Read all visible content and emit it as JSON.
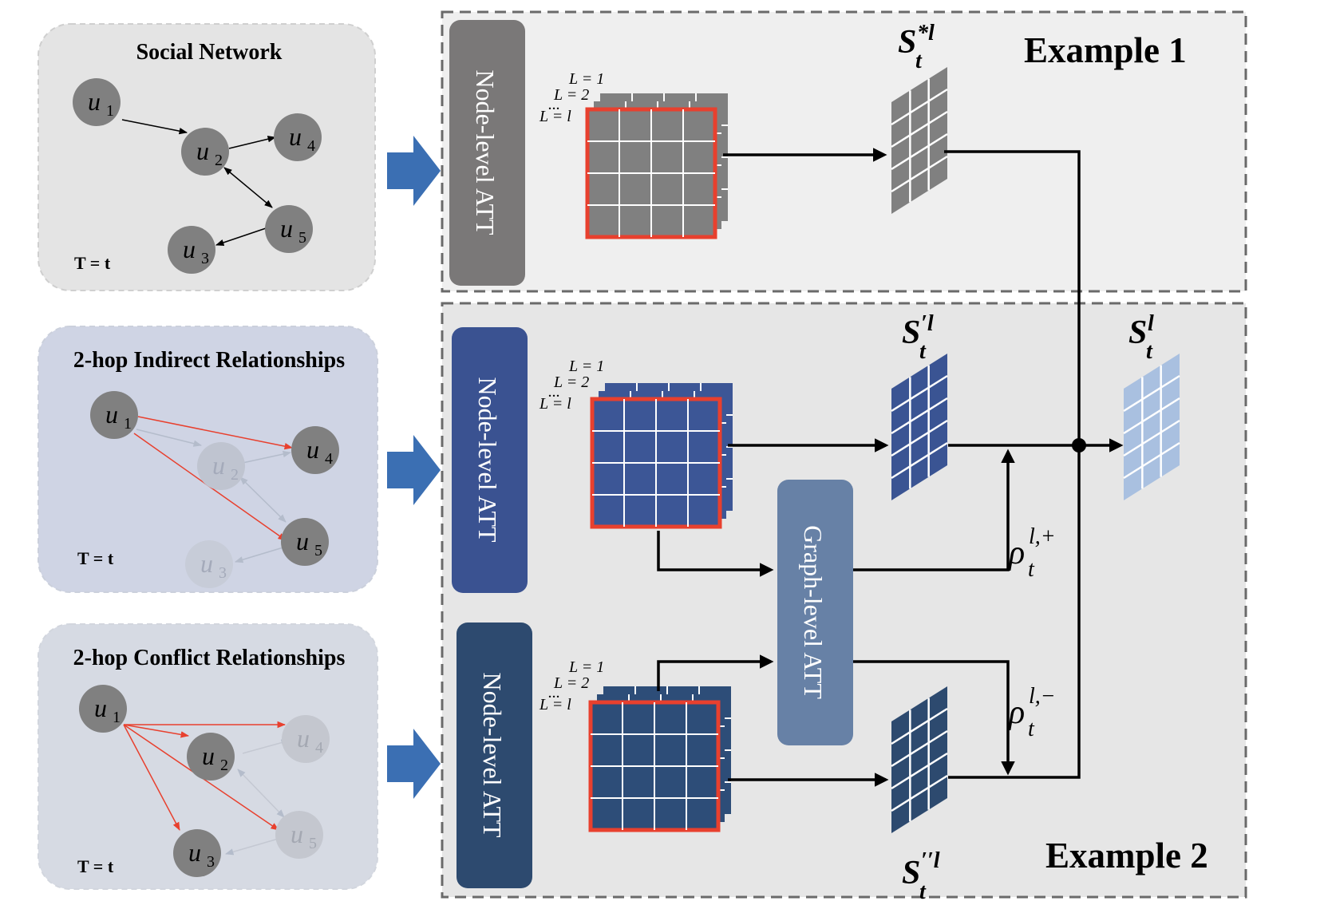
{
  "left_panels": {
    "social_title": "Social Network",
    "indirect_title": "2-hop Indirect Relationships",
    "conflict_title": "2-hop Conflict Relationships",
    "time_label": "T = t"
  },
  "nodes": {
    "u1": "u",
    "u2": "u",
    "u3": "u",
    "u4": "u",
    "u5": "u",
    "sub1": "1",
    "sub2": "2",
    "sub3": "3",
    "sub4": "4",
    "sub5": "5"
  },
  "examples": {
    "example1": "Example 1",
    "example2": "Example 2"
  },
  "modules": {
    "node_att": "Node-level ATT",
    "graph_att": "Graph-level ATT"
  },
  "layers": {
    "l1": "L = 1",
    "l2": "L = 2",
    "dots": "...",
    "ll": "L = l"
  },
  "matrices": {
    "s_star": {
      "base": "S",
      "sub": "t",
      "sup": "*l"
    },
    "s_prime": {
      "base": "S",
      "sub": "t",
      "sup": "′l"
    },
    "s_dprime": {
      "base": "S",
      "sub": "t",
      "sup": "′′l"
    },
    "s_final": {
      "base": "S",
      "sub": "t",
      "sup": "l"
    }
  },
  "weights": {
    "rho_plus": {
      "base": "ρ",
      "sub": "t",
      "sup": "l,+"
    },
    "rho_minus": {
      "base": "ρ",
      "sub": "t",
      "sup": "l,−"
    }
  },
  "colors": {
    "gray_module": "#7a7878",
    "blue_module_1": "#3a5291",
    "blue_module_2": "#2d4a6f",
    "graph_module": "#6781a6",
    "red_edge": "#e8402e",
    "arrow_blue": "#3b6fb3"
  }
}
